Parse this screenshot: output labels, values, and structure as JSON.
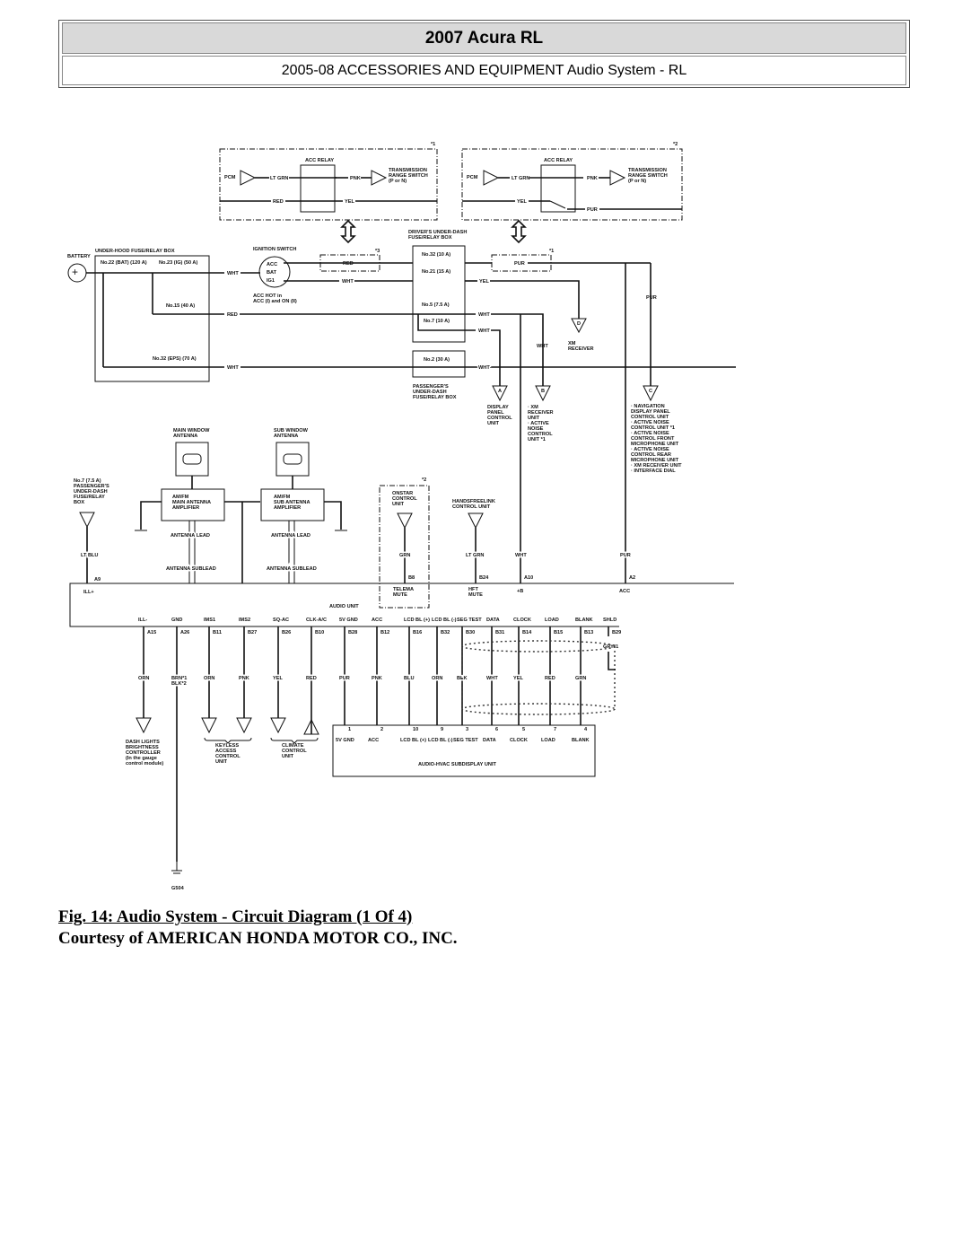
{
  "header": {
    "title": "2007 Acura RL",
    "subtitle": "2005-08 ACCESSORIES AND EQUIPMENT Audio System - RL"
  },
  "relay1": {
    "note": "*1",
    "pcm": "PCM",
    "in_wire": "LT GRN",
    "relay": "ACC RELAY",
    "out_wire": "PNK",
    "trs": [
      "TRANSMISSION",
      "RANGE SWITCH",
      "(P or N)"
    ],
    "w1": "RED",
    "w2": "YEL"
  },
  "relay2": {
    "note": "*2",
    "pcm": "PCM",
    "in_wire": "LT GRN",
    "relay": "ACC RELAY",
    "out_wire": "PNK",
    "trs": [
      "TRANSMISSION",
      "RANGE SWITCH",
      "(P or N)"
    ],
    "w1": "YEL",
    "w2": "PUR"
  },
  "power": {
    "battery": "BATTERY",
    "underhood": "UNDER-HOOD FUSE/RELAY BOX",
    "f22": "No.22 (BAT) (120 A)",
    "f23": "No.23 (IG) (50 A)",
    "f15": "No.15 (40 A)",
    "f32eps": "No.32 (EPS) (70 A)",
    "wht1": "WHT",
    "red1": "RED",
    "wht2": "WHT",
    "ign": "IGNITION SWITCH",
    "acc": "ACC",
    "bat": "BAT",
    "ig1": "IG1",
    "acchot": [
      "ACC HOT in",
      "ACC (I) and ON (II)"
    ],
    "note3": "*3",
    "red_link": "RED",
    "wht_link": "WHT",
    "driver": [
      "DRIVER'S UNDER-DASH",
      "FUSE/RELAY BOX"
    ],
    "d32": "No.32 (10 A)",
    "d21": "No.21 (15 A)",
    "d5": "No.5 (7.5 A)",
    "d7": "No.7 (10 A)",
    "p2": "No.2 (30 A)",
    "passenger": [
      "PASSENGER'S",
      "UNDER-DASH",
      "FUSE/RELAY BOX"
    ],
    "note1": "*1",
    "pur_link": "PUR",
    "yel": "YEL",
    "wht_a": "WHT",
    "wht_b": "WHT",
    "wht_c": "WHT",
    "wht_v": "WHT",
    "pur_v": "PUR",
    "xm": [
      "XM",
      "RECEIVER"
    ],
    "conn_d": "D",
    "conn_a": "A",
    "conn_b": "B",
    "conn_c": "C",
    "a_label": [
      "DISPLAY",
      "PANEL",
      "CONTROL",
      "UNIT"
    ],
    "b_label": [
      "· XM",
      "RECEIVER",
      "UNIT",
      "· ACTIVE",
      "NOISE",
      "CONTROL",
      "UNIT *1"
    ],
    "c_label": [
      "· NAVIGATION",
      "DISPLAY PANEL",
      "CONTROL UNIT",
      "· ACTIVE NOISE",
      "CONTROL UNIT *1",
      "· ACTIVE NOISE",
      "CONTROL FRONT",
      "MICROPHONE UNIT",
      "· ACTIVE NOISE",
      "CONTROL REAR",
      "MICROPHONE UNIT",
      "· XM RECEIVER UNIT",
      "· INTERFACE DIAL"
    ]
  },
  "antenna": {
    "no7": [
      "No.7 (7.5 A)",
      "PASSENGER'S",
      "UNDER-DASH",
      "FUSE/RELAY",
      "BOX"
    ],
    "ltblu": "LT BLU",
    "a9": "A9",
    "illp": "ILL+",
    "main": [
      "MAIN WINDOW",
      "ANTENNA"
    ],
    "main_amp": [
      "AM/FM",
      "MAIN ANTENNA",
      "AMPLIFIER"
    ],
    "sub": [
      "SUB WINDOW",
      "ANTENNA"
    ],
    "sub_amp": [
      "AM/FM",
      "SUB ANTENNA",
      "AMPLIFIER"
    ],
    "lead": "ANTENNA LEAD",
    "sublead": "ANTENNA SUBLEAD",
    "onstar": [
      "ONSTAR",
      "CONTROL",
      "UNIT"
    ],
    "note2": "*2",
    "grn": "GRN",
    "b8": "B8",
    "telema": [
      "TELEMA",
      "MUTE"
    ],
    "hfl": [
      "HANDSFREELINK",
      "CONTROL UNIT"
    ],
    "ltgrn": "LT GRN",
    "b24": "B24",
    "hft": [
      "HFT",
      "MUTE"
    ],
    "a10_wire": "WHT",
    "a10": "A10",
    "plusb": "+B",
    "a2_wire": "PUR",
    "a2": "A2",
    "acc": "ACC",
    "audio_unit": "AUDIO UNIT"
  },
  "pins": [
    {
      "signal": "ILL-",
      "code": "A15",
      "wire": "ORN"
    },
    {
      "signal": "GND",
      "code": "A26",
      "wire": "BRN*1",
      "wire2": "BLK*2"
    },
    {
      "signal": "IMS1",
      "code": "B11",
      "wire": "ORN"
    },
    {
      "signal": "IMS2",
      "code": "B27",
      "wire": "PNK"
    },
    {
      "signal": "SQ-AC",
      "code": "B26",
      "wire": "YEL"
    },
    {
      "signal": "CLK-A/C",
      "code": "B10",
      "wire": "RED"
    },
    {
      "signal": "5V GND",
      "code": "B28",
      "wire": "PUR",
      "sub_pin": "1",
      "sub": "5V GND"
    },
    {
      "signal": "ACC",
      "code": "B12",
      "wire": "PNK",
      "sub_pin": "2",
      "sub": "ACC"
    },
    {
      "signal": "LCD BL (+)",
      "code": "B16",
      "wire": "BLU",
      "sub_pin": "10",
      "sub": "LCD BL (+)"
    },
    {
      "signal": "LCD BL (-)",
      "code": "B32",
      "wire": "ORN",
      "sub_pin": "9",
      "sub": "LCD BL (-)"
    },
    {
      "signal": "SEG TEST",
      "code": "B30",
      "wire": "BLK",
      "sub_pin": "3",
      "sub": "SEG TEST"
    },
    {
      "signal": "DATA",
      "code": "B31",
      "wire": "WHT",
      "sub_pin": "6",
      "sub": "DATA"
    },
    {
      "signal": "CLOCK",
      "code": "B14",
      "wire": "YEL",
      "sub_pin": "5",
      "sub": "CLOCK"
    },
    {
      "signal": "LOAD",
      "code": "B15",
      "wire": "RED",
      "sub_pin": "7",
      "sub": "LOAD"
    },
    {
      "signal": "BLANK",
      "code": "B13",
      "wire": "GRN",
      "sub_pin": "4",
      "sub": "BLANK"
    },
    {
      "signal": "SHLD",
      "code": "B29",
      "wire": "GRY*1"
    }
  ],
  "bottom": {
    "dash": [
      "DASH LIGHTS",
      "BRIGHTNESS",
      "CONTROLLER",
      "(In the gauge",
      "control module)"
    ],
    "keyless": [
      "KEYLESS",
      "ACCESS",
      "CONTROL",
      "UNIT"
    ],
    "climate": [
      "CLIMATE",
      "CONTROL",
      "UNIT"
    ],
    "subdisplay": "AUDIO-HVAC SUBDISPLAY UNIT",
    "ground": "G504"
  },
  "caption": {
    "fig": "Fig. 14: Audio System - Circuit Diagram (1 Of 4)",
    "courtesy": "Courtesy of AMERICAN HONDA MOTOR CO., INC."
  }
}
